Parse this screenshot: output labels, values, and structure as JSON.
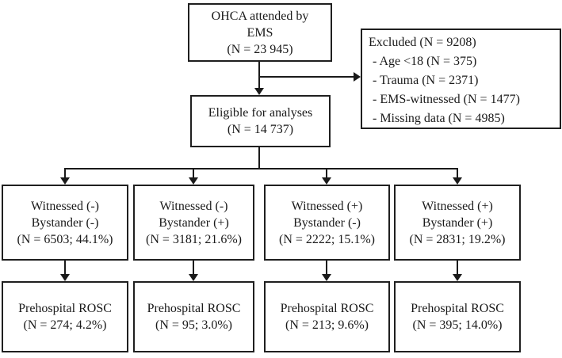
{
  "colors": {
    "background": "#ffffff",
    "text": "#1a1a1a",
    "box_border": "#1f1f1f",
    "line": "#1a1a1a"
  },
  "flow": {
    "top_box": {
      "lines": [
        "OHCA attended by",
        "EMS",
        "(N = 23 945)"
      ]
    },
    "excluded_box": {
      "title": "Excluded (N = 9208)",
      "items": [
        "- Age <18 (N = 375)",
        "- Trauma (N = 2371)",
        "- EMS-witnessed (N = 1477)",
        "- Missing data (N = 4985)"
      ]
    },
    "eligible_box": {
      "lines": [
        "Eligible for analyses",
        "(N = 14 737)"
      ]
    },
    "group_boxes": [
      {
        "lines": [
          "Witnessed (-)",
          "Bystander (-)",
          "(N = 6503; 44.1%)"
        ]
      },
      {
        "lines": [
          "Witnessed (-)",
          "Bystander (+)",
          "(N = 3181; 21.6%)"
        ]
      },
      {
        "lines": [
          "Witnessed (+)",
          "Bystander (-)",
          "(N = 2222; 15.1%)"
        ]
      },
      {
        "lines": [
          "Witnessed (+)",
          "Bystander (+)",
          "(N = 2831; 19.2%)"
        ]
      }
    ],
    "outcome_boxes": [
      {
        "lines": [
          "Prehospital ROSC",
          "(N = 274; 4.2%)"
        ]
      },
      {
        "lines": [
          "Prehospital ROSC",
          "(N = 95; 3.0%)"
        ]
      },
      {
        "lines": [
          "Prehospital ROSC",
          "(N = 213; 9.6%)"
        ]
      },
      {
        "lines": [
          "Prehospital ROSC",
          "(N = 395; 14.0%)"
        ]
      }
    ]
  }
}
